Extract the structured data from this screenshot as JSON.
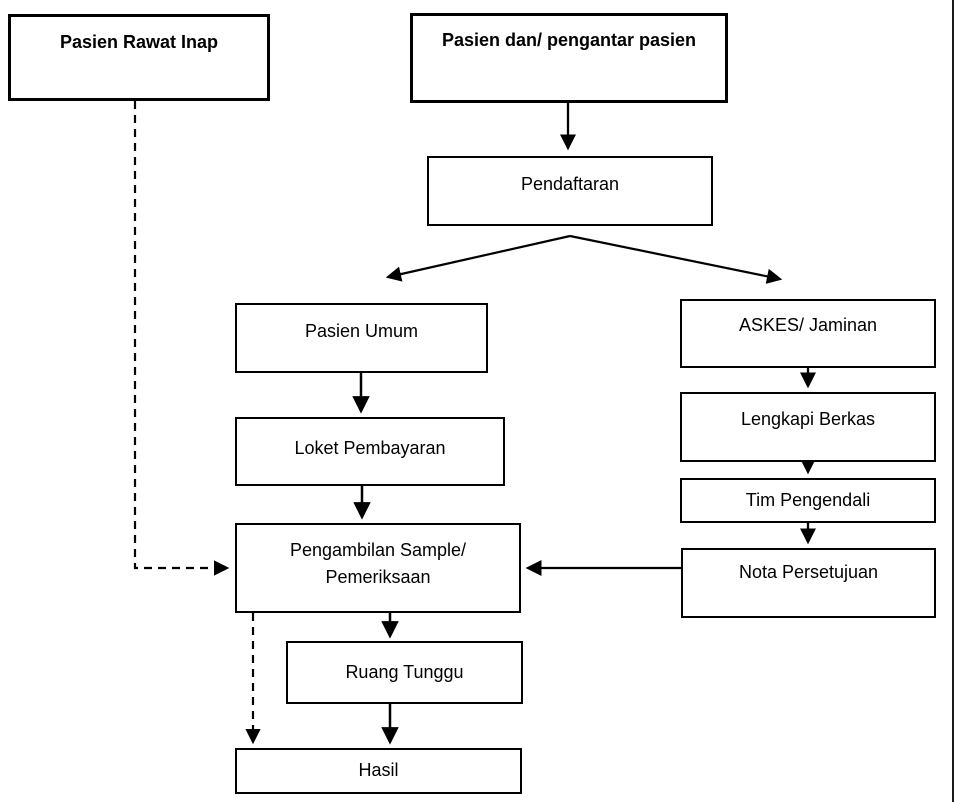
{
  "diagram": {
    "type": "flowchart",
    "background_color": "#ffffff",
    "line_color": "#000000",
    "text_color": "#000000",
    "nodes": {
      "pasien_rawat_inap": {
        "label": "Pasien Rawat Inap",
        "emphasis": "bold"
      },
      "pasien_pengantar": {
        "label": "Pasien dan/ pengantar pasien",
        "emphasis": "bold"
      },
      "pendaftaran": {
        "label": "Pendaftaran",
        "emphasis": "normal"
      },
      "pasien_umum": {
        "label": "Pasien Umum",
        "emphasis": "normal"
      },
      "askes_jaminan": {
        "label": "ASKES/ Jaminan",
        "emphasis": "normal"
      },
      "loket_pembayaran": {
        "label": "Loket Pembayaran",
        "emphasis": "normal"
      },
      "lengkapi_berkas": {
        "label": "Lengkapi Berkas",
        "emphasis": "normal"
      },
      "tim_pengendali": {
        "label": "Tim Pengendali",
        "emphasis": "normal"
      },
      "pengambilan_sample": {
        "label": "Pengambilan Sample/ Pemeriksaan",
        "emphasis": "normal"
      },
      "nota_persetujuan": {
        "label": "Nota Persetujuan",
        "emphasis": "normal"
      },
      "ruang_tunggu": {
        "label": "Ruang Tunggu",
        "emphasis": "normal"
      },
      "hasil": {
        "label": "Hasil",
        "emphasis": "normal"
      }
    },
    "edges": [
      {
        "from": "pasien_pengantar",
        "to": "pendaftaran",
        "style": "solid"
      },
      {
        "from": "pendaftaran",
        "to": "pasien_umum",
        "style": "solid"
      },
      {
        "from": "pendaftaran",
        "to": "askes_jaminan",
        "style": "solid"
      },
      {
        "from": "pasien_umum",
        "to": "loket_pembayaran",
        "style": "solid"
      },
      {
        "from": "loket_pembayaran",
        "to": "pengambilan_sample",
        "style": "solid"
      },
      {
        "from": "askes_jaminan",
        "to": "lengkapi_berkas",
        "style": "solid"
      },
      {
        "from": "lengkapi_berkas",
        "to": "tim_pengendali",
        "style": "solid"
      },
      {
        "from": "tim_pengendali",
        "to": "nota_persetujuan",
        "style": "solid"
      },
      {
        "from": "nota_persetujuan",
        "to": "pengambilan_sample",
        "style": "solid"
      },
      {
        "from": "pasien_rawat_inap",
        "to": "pengambilan_sample",
        "style": "dashed"
      },
      {
        "from": "pengambilan_sample",
        "to": "ruang_tunggu",
        "style": "solid"
      },
      {
        "from": "ruang_tunggu",
        "to": "hasil",
        "style": "solid"
      },
      {
        "from": "pengambilan_sample",
        "to": "hasil",
        "style": "dashed"
      }
    ]
  }
}
